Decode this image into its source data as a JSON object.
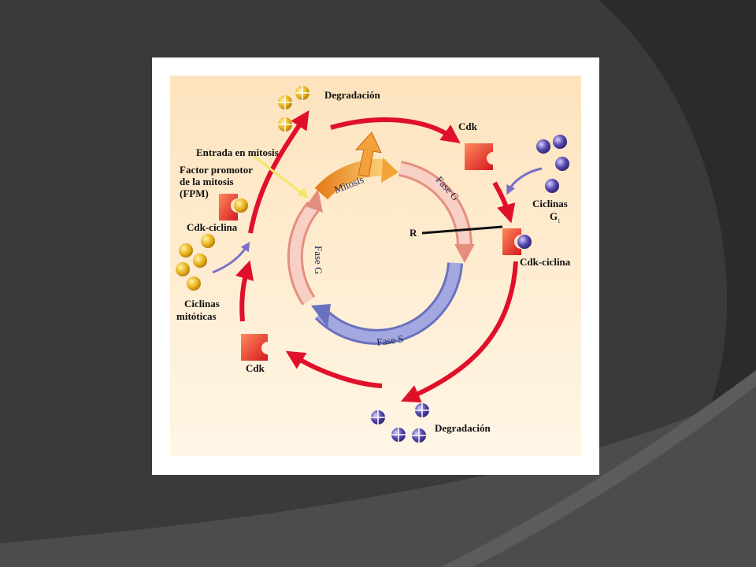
{
  "colors": {
    "background": "#3a3a3a",
    "arc_dark": "#2b2b2b",
    "slide_swoosh": "#5a5a5a",
    "frame": "#ffffff",
    "panel_top": "#fde3bd",
    "panel_bottom": "#fff6e6",
    "arrow_red": "#e0102a",
    "arrow_purple": "#7d6fc7",
    "mitosis_cyclin": "#e8b21a",
    "g1_cyclin": "#4b3c9a",
    "cdk_red": "#e23a2a",
    "phase_s": "#7f86cc",
    "phase_g": "#f4b8a9",
    "phase_mitosis": "#f0a13a"
  },
  "diagram": {
    "degradation_top": "Degradación",
    "degradation_bottom": "Degradación",
    "cdk_top_right": "Cdk",
    "cdk_bottom_left": "Cdk",
    "entry_mitosis": "Entrada en mitosis",
    "fpm_line1": "Factor promotor",
    "fpm_line2": "de la mitosis",
    "fpm_line3": "(FPM)",
    "cdk_cyclin_left": "Cdk-ciclina",
    "cdk_cyclin_right": "Cdk-ciclina",
    "g1_cyclins_line1": "Ciclinas",
    "g1_cyclins_line2": "G",
    "g1_cyclins_sub": "1",
    "mitotic_cyclins_line1": "Ciclinas",
    "mitotic_cyclins_line2": "mitóticas",
    "restriction_point": "R",
    "phase_mitosis": "Mitosis",
    "phase_g_right": "Fase G",
    "phase_s": "Fase S",
    "phase_g_left": "Fase G"
  }
}
